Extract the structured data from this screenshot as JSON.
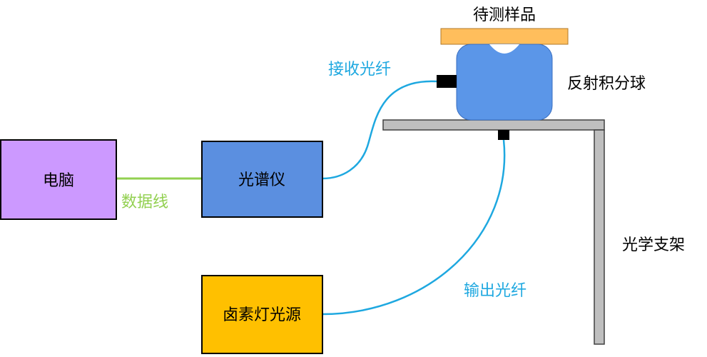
{
  "labels": {
    "sample": "待测样品",
    "sphere": "反射积分球",
    "receive_fiber": "接收光纤",
    "computer": "电脑",
    "data_line": "数据线",
    "spectrometer": "光谱仪",
    "optical_stand": "光学支架",
    "output_fiber": "输出光纤",
    "light_source": "卤素灯光源"
  },
  "colors": {
    "computer_fill": "#CC99FF",
    "spectrometer_fill": "#5B8FE0",
    "light_source_fill": "#FFC000",
    "sample_fill": "#FFBE5C",
    "sphere_fill": "#5B96E8",
    "stand_fill": "#BFBFBF",
    "fiber_color": "#1EA8E0",
    "data_line_color": "#92D050",
    "receive_label_color": "#1EA8E0",
    "output_label_color": "#1EA8E0",
    "data_label_color": "#92D050"
  }
}
